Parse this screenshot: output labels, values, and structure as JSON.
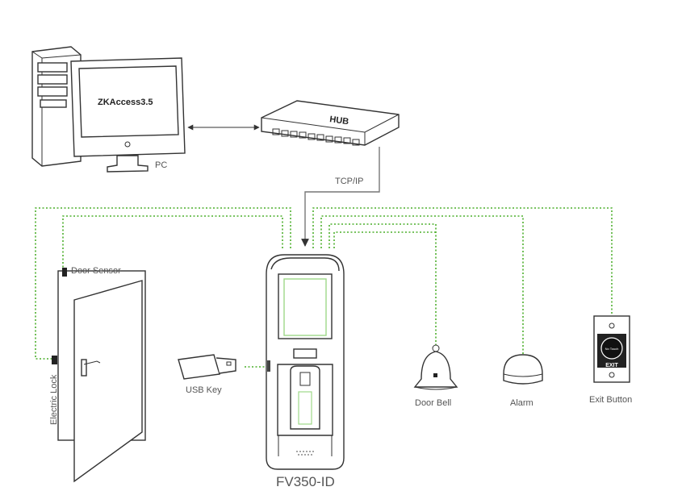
{
  "labels": {
    "software": "ZKAccess3.5",
    "pc": "PC",
    "hub": "HUB",
    "tcpip": "TCP/IP",
    "door_sensor": "Door Sensor",
    "electric_lock": "Electric Lock",
    "usb_key": "USB Key",
    "device": "FV350-ID",
    "door_bell": "Door Bell",
    "alarm": "Alarm",
    "exit_button": "Exit Button",
    "exit_button_face": "No Touch",
    "exit_text": "EXIT"
  },
  "colors": {
    "wire": "#4caf2c",
    "network": "#777777",
    "outline": "#333333"
  }
}
